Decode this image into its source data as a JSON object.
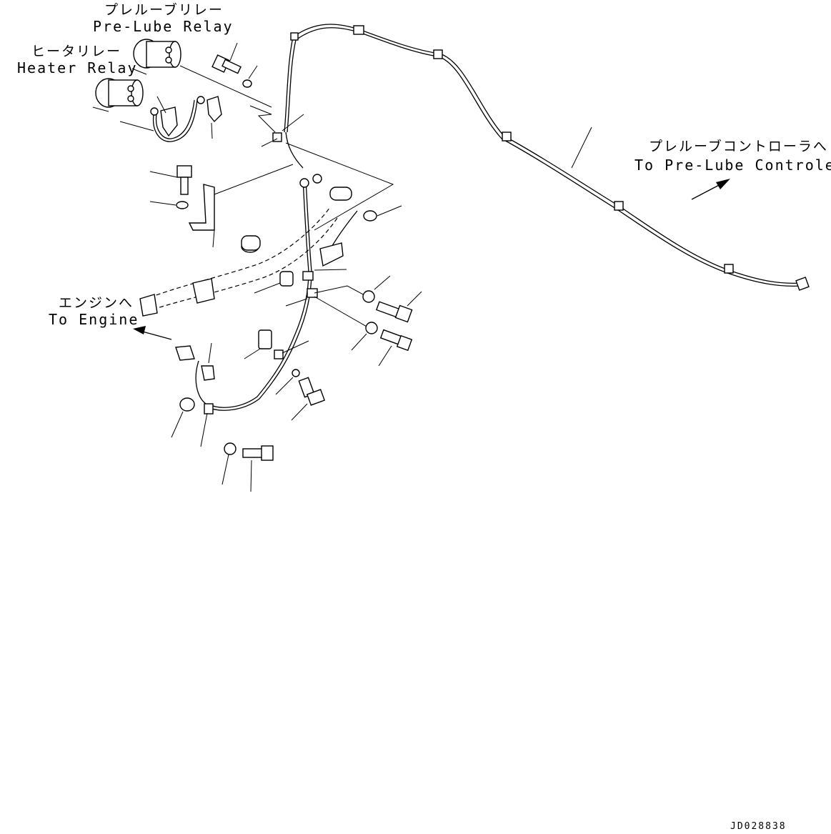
{
  "labels": {
    "prelube_relay_jp": "プレルーブリレー",
    "prelube_relay_en": "Pre-Lube Relay",
    "heater_relay_jp": "ヒータリレー",
    "heater_relay_en": "Heater Relay",
    "to_controller_jp": "プレルーブコントローラへ",
    "to_controller_en": "To Pre-Lube Controler",
    "to_engine_jp": "エンジンへ",
    "to_engine_en": "To Engine"
  },
  "document_id": "JD028838"
}
